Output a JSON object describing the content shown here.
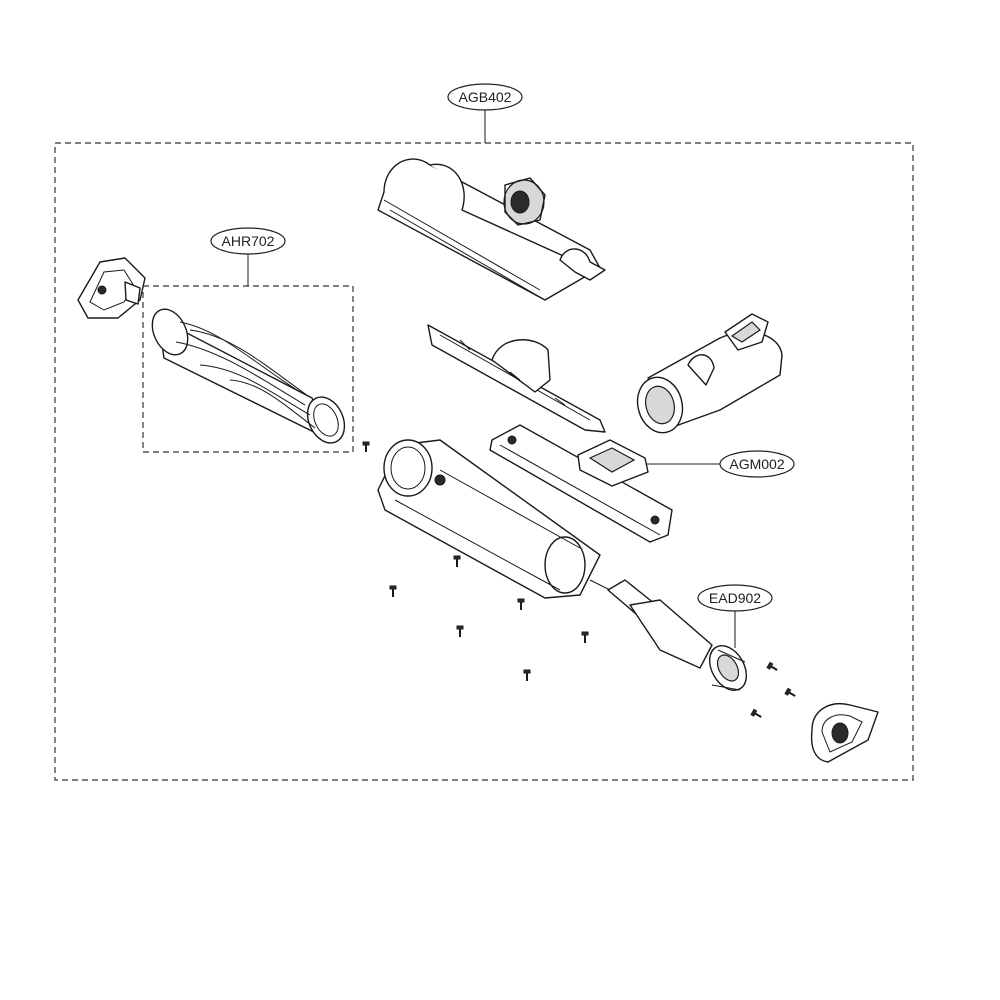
{
  "callouts": {
    "agb402": "AGB402",
    "ahr702": "AHR702",
    "agm002": "AGM002",
    "ead902": "EAD902"
  }
}
